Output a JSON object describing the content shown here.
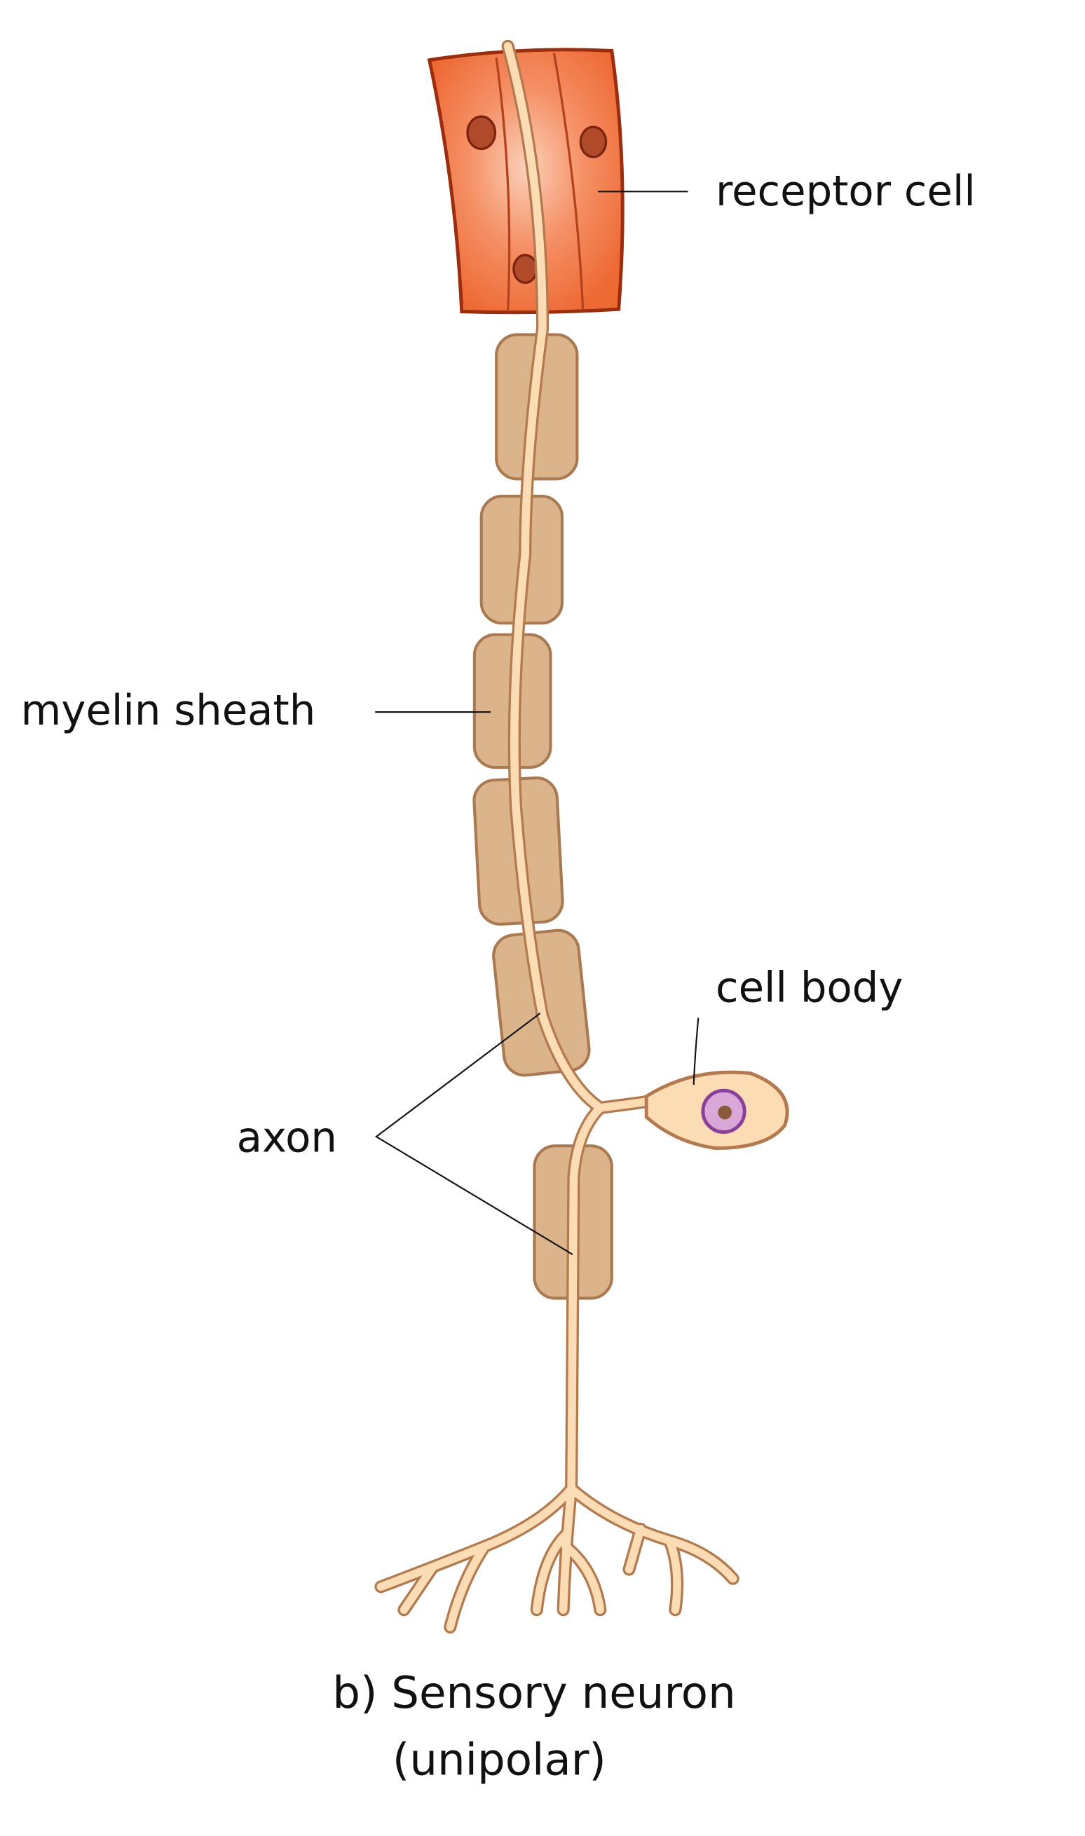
{
  "labels": {
    "receptor_cell": "receptor cell",
    "myelin_sheath": "myelin sheath",
    "cell_body": "cell body",
    "axon": "axon"
  },
  "caption": {
    "line1": "b) Sensory neuron",
    "line2": "(unipolar)"
  },
  "colors": {
    "receptor": "#f07543",
    "receptor_stroke": "#9b2e0e",
    "myelin": "#dcb48c",
    "myelin_stroke": "#a97a52",
    "axon": "#fcdcb4",
    "axon_stroke": "#b27a4e",
    "nucleus": "#d9a8d8"
  }
}
